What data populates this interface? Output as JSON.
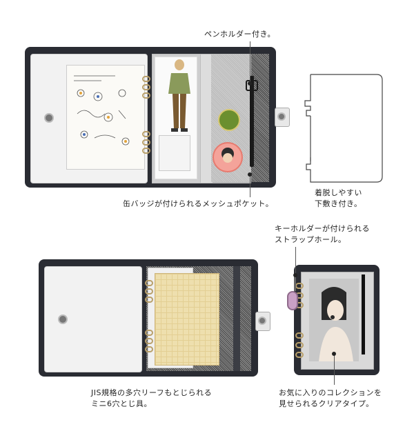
{
  "callouts": {
    "pen_holder": [
      "ペンホルダー付き。"
    ],
    "mesh_pocket": [
      "缶バッジが付けられるメッシュポケット。"
    ],
    "underlay": [
      "着脱しやすい",
      "下敷き付き。"
    ],
    "strap_hole": [
      "キーホルダーが付けられる",
      "ストラップホール。"
    ],
    "jis_leaf": [
      "JIS規格の多穴リーフもとじられる",
      "ミニ6穴とじ具。"
    ],
    "clear_type": [
      "お気に入りのコレクションを",
      "見せられるクリアタイプ。"
    ]
  },
  "colors": {
    "binder": "#2a2c33",
    "ring": "#b9a06a",
    "grid_paper": "#eedfae",
    "badge_green": "#6b8f2f",
    "badge_pink": "#f4a39a"
  }
}
